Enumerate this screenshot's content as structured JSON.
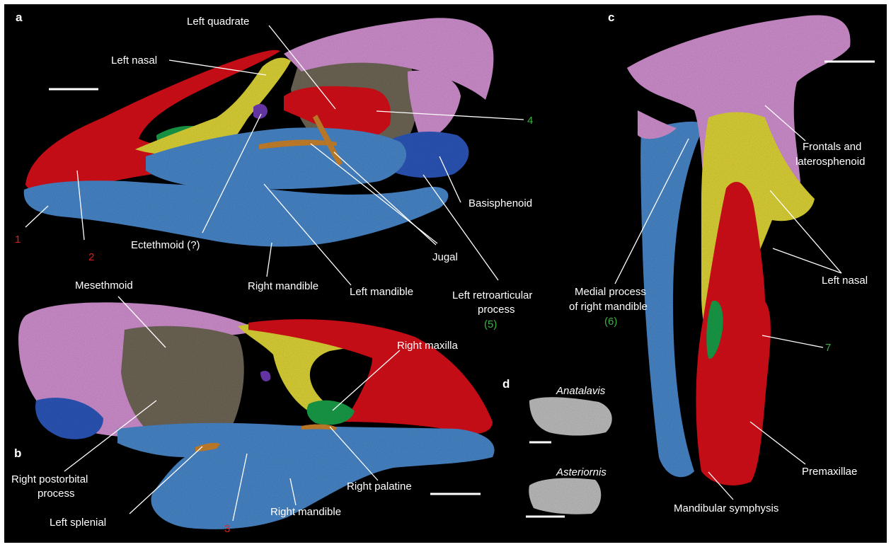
{
  "panels": {
    "a": "a",
    "b": "b",
    "c": "c",
    "d": "d"
  },
  "labels_a": {
    "left_quadrate": "Left  quadrate",
    "left_nasal": "Left nasal",
    "num4": "4",
    "basisphenoid": "Basisphenoid",
    "ectethmoid": "Ectethmoid (?)",
    "jugal": "Jugal",
    "right_mandible": "Right mandible",
    "left_mandible": "Left mandible",
    "left_retro_1": "Left retroarticular",
    "left_retro_2": "process",
    "left_retro_3": "(5)",
    "num1": "1",
    "num2": "2"
  },
  "labels_b": {
    "mesethmoid": "Mesethmoid",
    "right_maxilla": "Right maxilla",
    "right_postorbital_1": "Right postorbital",
    "right_postorbital_2": "process",
    "left_splenial": "Left splenial",
    "num3": "3",
    "right_mandible": "Right mandible",
    "right_palatine": "Right palatine"
  },
  "labels_c": {
    "frontals_1": "Frontals and",
    "frontals_2": "laterosphenoid",
    "left_nasal": "Left nasal",
    "medial_1": "Medial process",
    "medial_2": "of right mandible",
    "medial_3": "(6)",
    "num7": "7",
    "premaxillae": "Premaxillae",
    "mandibular_symphysis": "Mandibular symphysis"
  },
  "labels_d": {
    "anatalavis": "Anatalavis",
    "asteriornis": "Asteriornis"
  },
  "colors": {
    "background": "#000000",
    "label_white": "#ffffff",
    "label_red": "#e02020",
    "label_green": "#3cb043",
    "premaxilla_red": "#d4141c",
    "nasal_yellow": "#dcd238",
    "frontal_pink": "#cf8fce",
    "mandible_blue": "#4a86c8",
    "braincase_brown": "#6e6656",
    "maxilla_green": "#1c9c48",
    "basisphenoid_blue": "#2d56b8",
    "jugal_orange": "#c8822e",
    "ectethmoid_purple": "#6d3bb0",
    "grey_bone": "#bdbdbd"
  }
}
